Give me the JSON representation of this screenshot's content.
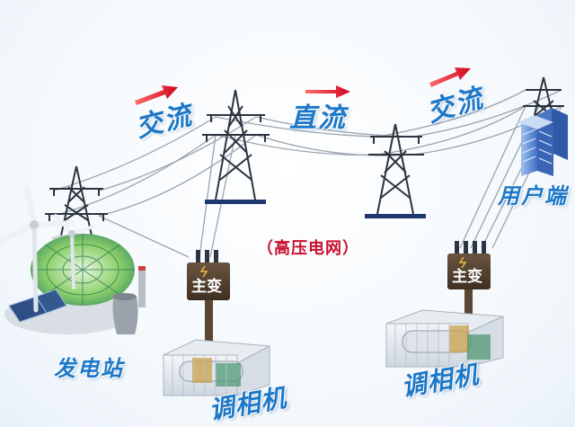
{
  "labels": {
    "ac_left": "交流",
    "dc_middle": "直流",
    "ac_right": "交流",
    "user_end": "用户端",
    "power_station": "发电站",
    "grid": "（高压电网）",
    "transformer_left": "主变",
    "transformer_right": "主变",
    "sync_condenser_left": "调相机",
    "sync_condenser_right": "调相机"
  },
  "colors": {
    "arrow_red": "#e0102a",
    "label_blue": "#1d78c8",
    "grid_red": "#c8102e",
    "tower_dark": "#2c3440",
    "wire_gray": "#9aa3ad",
    "base_navy": "#1f3870",
    "transformer_brown": "#5a4632",
    "building_blue": "#5f8fd6"
  }
}
